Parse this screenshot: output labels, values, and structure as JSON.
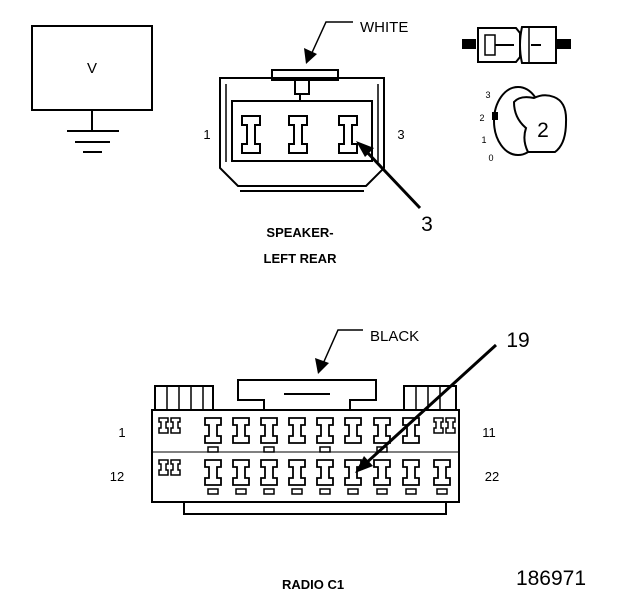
{
  "meter": {
    "symbol": "V"
  },
  "speaker_connector": {
    "color_label": "WHITE",
    "pin_first": "1",
    "pin_last": "3",
    "callout_pin": "3",
    "title_line1": "SPEAKER-",
    "title_line2": "LEFT REAR"
  },
  "probe_legend": {
    "dial_marks": [
      "3",
      "2",
      "1",
      "0"
    ],
    "dial_number": "2"
  },
  "radio_connector": {
    "color_label": "BLACK",
    "callout_pin": "19",
    "row1_first": "1",
    "row1_last": "11",
    "row2_first": "12",
    "row2_last": "22",
    "title": "RADIO C1"
  },
  "figure_id": "186971"
}
